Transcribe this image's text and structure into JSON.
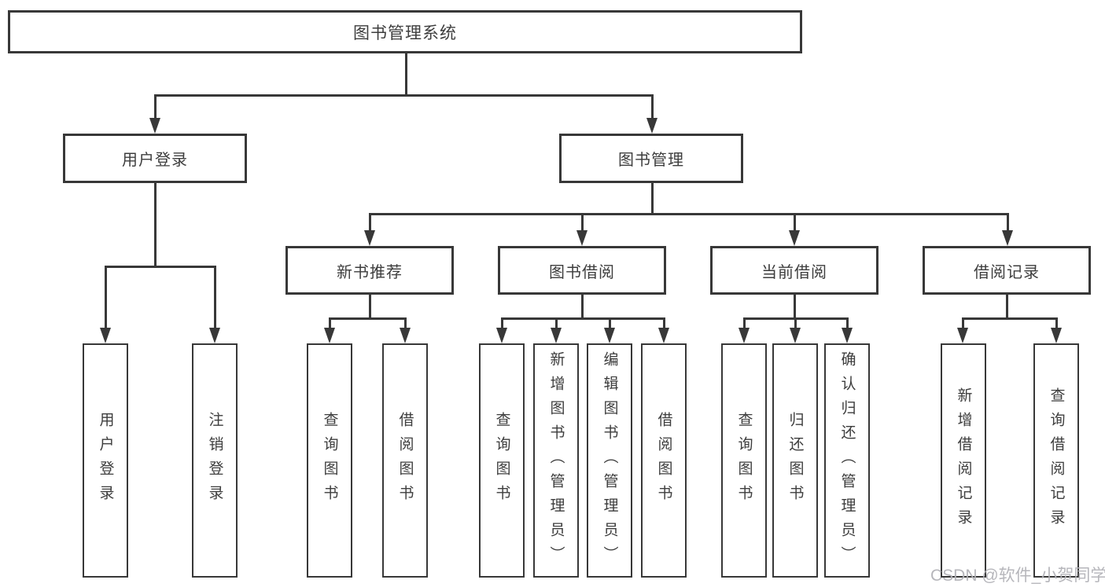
{
  "title": "图书管理系统",
  "branches": [
    {
      "label": "用户登录",
      "children": [
        {
          "label": "用户登录"
        },
        {
          "label": "注销登录"
        }
      ]
    },
    {
      "label": "图书管理",
      "sections": [
        {
          "label": "新书推荐",
          "children": [
            {
              "label": "查询图书"
            },
            {
              "label": "借阅图书"
            }
          ]
        },
        {
          "label": "图书借阅",
          "children": [
            {
              "label": "查询图书"
            },
            {
              "label": "新增图书（管理员）"
            },
            {
              "label": "编辑图书（管理员）"
            },
            {
              "label": "借阅图书"
            }
          ]
        },
        {
          "label": "当前借阅",
          "children": [
            {
              "label": "查询图书"
            },
            {
              "label": "归还图书"
            },
            {
              "label": "确认归还（管理员）"
            }
          ]
        },
        {
          "label": "借阅记录",
          "children": [
            {
              "label": "新增借阅记录"
            },
            {
              "label": "查询借阅记录"
            }
          ]
        }
      ]
    }
  ],
  "watermark": "CSDN @软件_小贺同学",
  "colors": {
    "line": "#383838",
    "text": "#3d3d3d",
    "watermark": "#b3b3b8",
    "background": "#ffffff"
  }
}
